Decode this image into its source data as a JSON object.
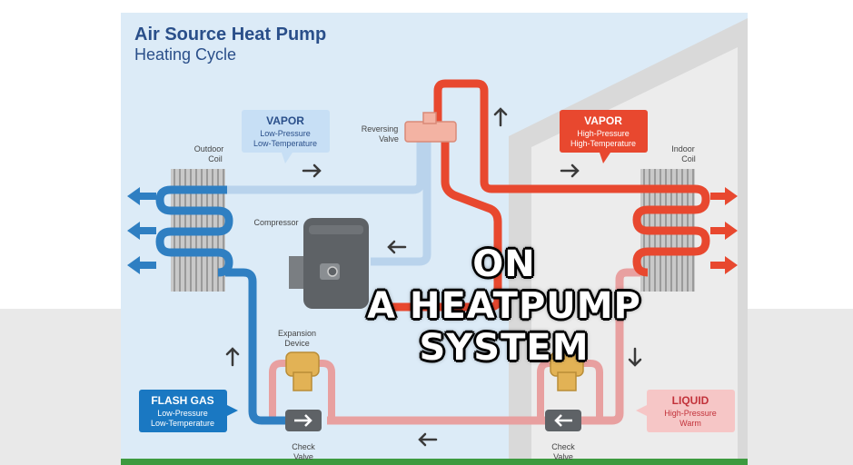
{
  "diagram": {
    "title": "Air Source Heat Pump",
    "subtitle": "Heating Cycle",
    "colors": {
      "cold_refrigerant": "#2f7fc2",
      "hot_refrigerant": "#e8482f",
      "warm_liquid": "#e8a0a0",
      "vapor_low_pipe": "#b9d3ec",
      "outdoor_background": "#dcebf7",
      "indoor_wall": "#dcdcdc",
      "title_color": "#2a4f8a",
      "compressor_gray": "#5e6266",
      "valve_tan": "#e2b255",
      "reversing_valve_pink": "#f3b3a3"
    },
    "labels": {
      "outdoor_coil": [
        "Outdoor",
        "Coil"
      ],
      "indoor_coil": [
        "Indoor",
        "Coil"
      ],
      "compressor": "Compressor",
      "reversing_valve": [
        "Reversing",
        "Valve"
      ],
      "expansion_device": [
        "Expansion",
        "Device"
      ],
      "check_valve_left": [
        "Check",
        "Valve"
      ],
      "check_valve_right": [
        "Check",
        "Valve"
      ]
    },
    "callouts": {
      "vapor_low": {
        "title": "VAPOR",
        "lines": [
          "Low-Pressure",
          "Low-Temperature"
        ],
        "color": "#c7dff5",
        "text_color": "#2a4f8a"
      },
      "vapor_high": {
        "title": "VAPOR",
        "lines": [
          "High-Pressure",
          "High-Temperature"
        ],
        "color": "#e8482f",
        "text_color": "#ffffff"
      },
      "flash_gas": {
        "title": "FLASH GAS",
        "lines": [
          "Low-Pressure",
          "Low-Temperature"
        ],
        "color": "#1a78c2",
        "text_color": "#ffffff"
      },
      "liquid": {
        "title": "LIQUID",
        "lines": [
          "High-Pressure",
          "Warm"
        ],
        "color": "#f6c6c6",
        "text_color": "#c2323a"
      }
    },
    "flow_arrows": [
      "right-arrow",
      "left-arrow",
      "up-arrow",
      "down-arrow"
    ]
  },
  "caption": {
    "line1": "ON",
    "line2": "A HEATPUMP",
    "line3": "SYSTEM"
  }
}
